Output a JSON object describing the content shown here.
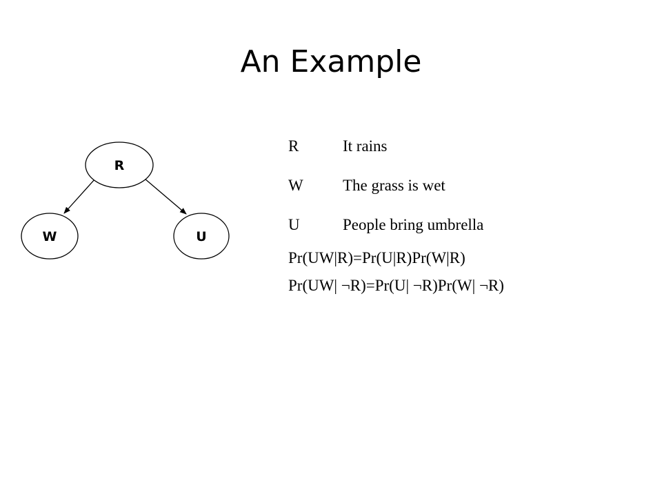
{
  "slide": {
    "title": "An Example"
  },
  "diagram": {
    "nodes": [
      {
        "id": "R",
        "label": "R"
      },
      {
        "id": "W",
        "label": "W"
      },
      {
        "id": "U",
        "label": "U"
      }
    ],
    "edges": [
      {
        "from": "R",
        "to": "W"
      },
      {
        "from": "R",
        "to": "U"
      }
    ],
    "colors": {
      "stroke": "#000000",
      "fill": "#ffffff"
    }
  },
  "variables": [
    {
      "symbol": "R",
      "description": "It rains"
    },
    {
      "symbol": "W",
      "description": "The grass is wet"
    },
    {
      "symbol": "U",
      "description": "People bring umbrella"
    }
  ],
  "formulas": [
    "Pr(UW|R)=Pr(U|R)Pr(W|R)",
    "Pr(UW| ¬R)=Pr(U| ¬R)Pr(W| ¬R)"
  ]
}
